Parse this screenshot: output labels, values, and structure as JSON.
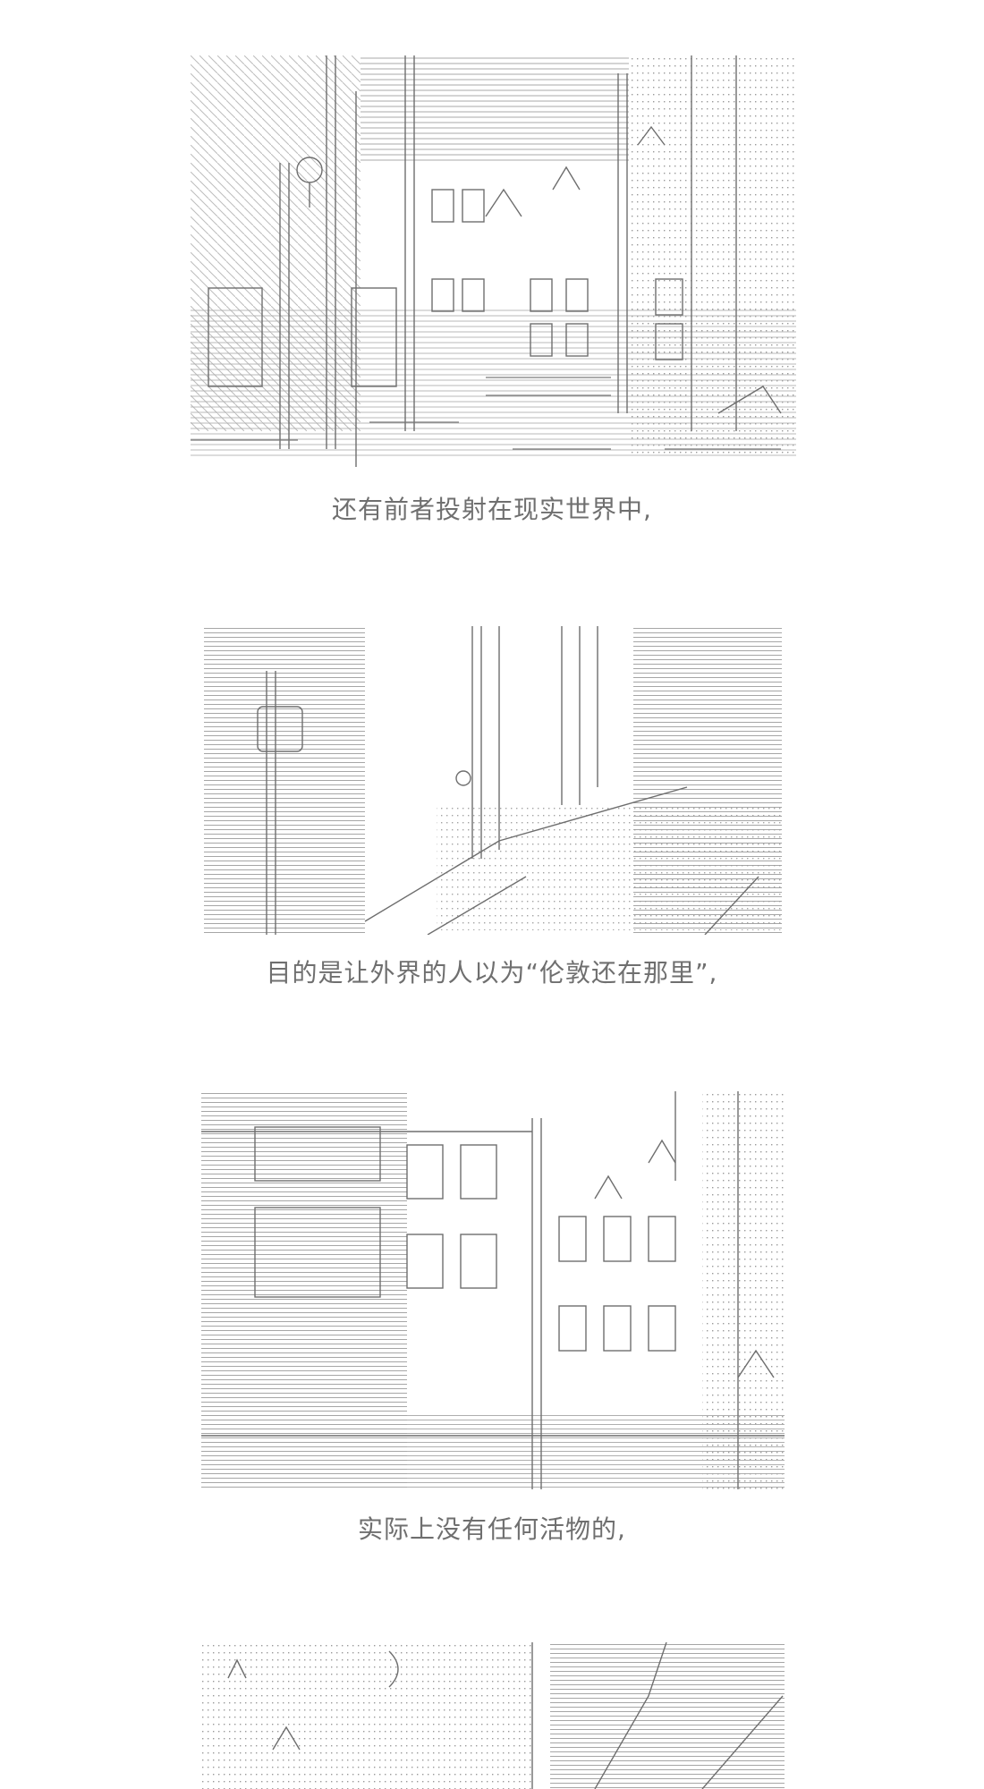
{
  "captions": [
    "还有前者投射在现实世界中,",
    "目的是让外界的人以为“伦敦还在那里”,",
    "实际上没有任何活物的,"
  ],
  "panels": [
    {
      "label": "ascii-art-london-street"
    },
    {
      "label": "ascii-art-alley"
    },
    {
      "label": "ascii-art-building-facade"
    },
    {
      "label": "ascii-art-partial-panel"
    }
  ]
}
